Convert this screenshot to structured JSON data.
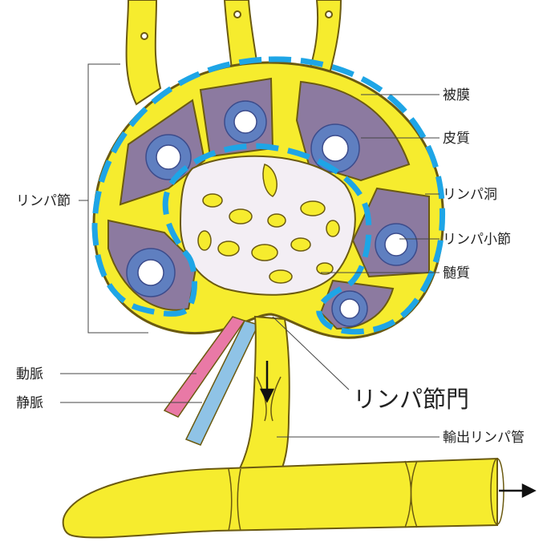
{
  "labels": {
    "capsule": "被膜",
    "cortex": "皮質",
    "sinus": "リンパ洞",
    "follicle": "リンパ小節",
    "medulla": "髄質",
    "node": "リンパ節",
    "artery": "動脈",
    "vein": "静脈",
    "hilum": "リンパ節門",
    "efferent": "輸出リンパ管"
  },
  "colors": {
    "lymph_yellow": "#f6ec2e",
    "outline": "#6b5a10",
    "cortex_purple": "#8c7aa0",
    "follicle_blue": "#5f7fc0",
    "medulla_white": "#f3eef4",
    "artery_pink": "#e979a6",
    "vein_blue": "#8fc3e6",
    "dashed_highlight": "#1ea5e6"
  }
}
